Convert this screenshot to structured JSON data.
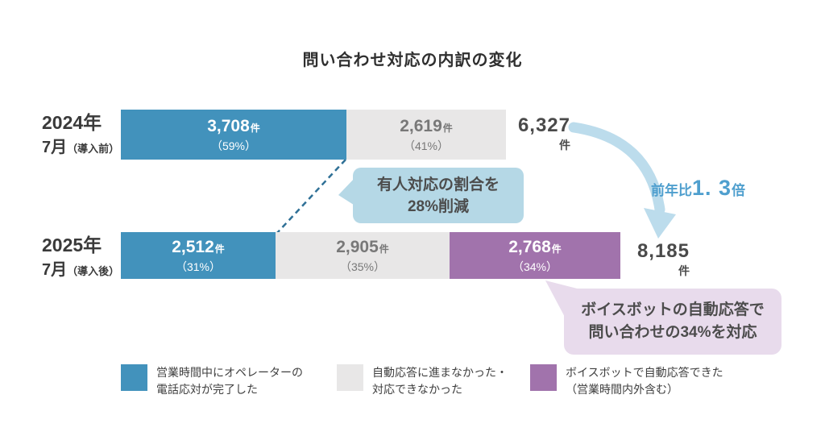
{
  "title": "問い合わせ対応の内訳の変化",
  "colors": {
    "blue": "#4292bc",
    "gray": "#e8e7e7",
    "purple": "#a173ac",
    "callout_blue_bg": "#b5d8e6",
    "callout_purple_bg": "#e8dbec",
    "arrow": "#bcdcec",
    "ratio_text": "#4f9fce",
    "dashed_line": "#2f7096"
  },
  "rows": [
    {
      "year": "2024年",
      "month": "7月",
      "phase": "（導入前）",
      "total": "6,327",
      "total_unit": "件",
      "segments": [
        {
          "value": "3,708",
          "unit": "件",
          "percent": "（59%）"
        },
        {
          "value": "2,619",
          "unit": "件",
          "percent": "（41%）"
        }
      ]
    },
    {
      "year": "2025年",
      "month": "7月",
      "phase": "（導入後）",
      "total": "8,185",
      "total_unit": "件",
      "segments": [
        {
          "value": "2,512",
          "unit": "件",
          "percent": "（31%）"
        },
        {
          "value": "2,905",
          "unit": "件",
          "percent": "（35%）"
        },
        {
          "value": "2,768",
          "unit": "件",
          "percent": "（34%）"
        }
      ]
    }
  ],
  "callout_reduction": {
    "line1": "有人対応の割合を",
    "line2": "28%削減"
  },
  "callout_voicebot": {
    "line1": "ボイスボットの自動応答で",
    "line2": "問い合わせの34%を対応"
  },
  "ratio": {
    "prefix": "前年比",
    "value": "1. 3",
    "suffix": "倍"
  },
  "legend": [
    {
      "color": "#4292bc",
      "line1": "営業時間中にオペレーターの",
      "line2": "電話応対が完了した"
    },
    {
      "color": "#e8e7e7",
      "line1": "自動応答に進まなかった・",
      "line2": "対応できなかった"
    },
    {
      "color": "#a173ac",
      "line1": "ボイスボットで自動応答できた",
      "line2": "（営業時間内外含む）"
    }
  ],
  "chart_data": {
    "type": "bar",
    "subtype": "horizontal-stacked",
    "title": "問い合わせ対応の内訳の変化",
    "unit": "件",
    "categories": [
      "2024年7月（導入前）",
      "2025年7月（導入後）"
    ],
    "series": [
      {
        "name": "営業時間中にオペレーターの電話応対が完了した",
        "color": "#4292bc",
        "values": [
          3708,
          2512
        ],
        "percents": [
          59,
          31
        ]
      },
      {
        "name": "自動応答に進まなかった・対応できなかった",
        "color": "#e8e7e7",
        "values": [
          2619,
          2905
        ],
        "percents": [
          41,
          35
        ]
      },
      {
        "name": "ボイスボットで自動応答できた（営業時間内外含む）",
        "color": "#a173ac",
        "values": [
          0,
          2768
        ],
        "percents": [
          0,
          34
        ]
      }
    ],
    "totals": [
      6327,
      8185
    ],
    "annotations": [
      "有人対応の割合を28%削減",
      "前年比1. 3倍",
      "ボイスボットの自動応答で問い合わせの34%を対応"
    ],
    "legend_position": "bottom",
    "grid": false
  }
}
